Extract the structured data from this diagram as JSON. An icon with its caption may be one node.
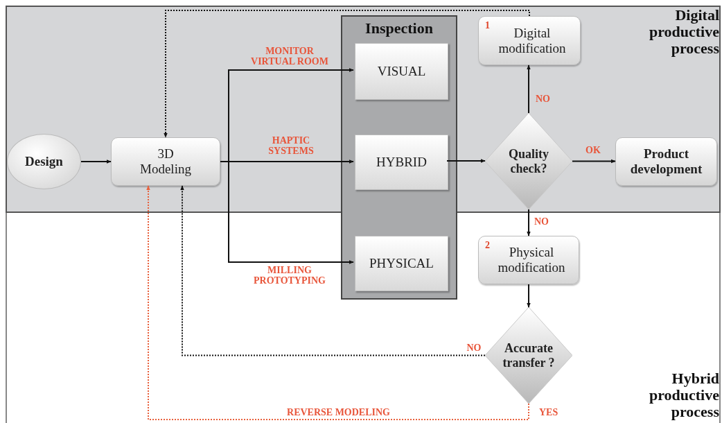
{
  "diagram": {
    "nodes": [
      {
        "text": [
          "Design"
        ]
      },
      {
        "text": [
          "3D Modeling"
        ]
      },
      {
        "text": [
          "Inspection"
        ]
      },
      {
        "text": [
          "VISUAL"
        ],
        "in": 2
      },
      {
        "text": [
          "HYBRID"
        ],
        "in": 2
      },
      {
        "text": [
          "PHYSICAL"
        ],
        "in": 2
      },
      {
        "text": [
          "1",
          "Digital modification"
        ]
      },
      {
        "text": [
          "Quality check?"
        ]
      },
      {
        "text": [
          "Product development"
        ]
      },
      {
        "text": [
          "2",
          "Physical modification"
        ]
      },
      {
        "text": [
          "Accurate transfer ?"
        ],
        "beside": [
          "YES"
        ]
      }
    ],
    "edges": [
      {
        "from": 0,
        "to": 1,
        "arrow": "to"
      },
      {
        "from": 1,
        "to": 3,
        "arrow": "to",
        "label": "MONITOR VIRTUAL ROOM"
      },
      {
        "from": 1,
        "to": 4,
        "arrow": "to",
        "label": "HAPTIC SYSTEMS"
      },
      {
        "from": 1,
        "to": 5,
        "arrow": "to",
        "label": "MILLING PROTOTYPING"
      },
      {
        "from": 4,
        "to": 7,
        "arrow": "to"
      },
      {
        "from": 7,
        "to": 6,
        "arrow": "to",
        "label": "NO"
      },
      {
        "from": 7,
        "to": 8,
        "arrow": "to",
        "label": "OK"
      },
      {
        "from": 7,
        "to": 9,
        "arrow": "to",
        "label": "NO"
      },
      {
        "from": 9,
        "to": 10,
        "arrow": "to"
      },
      {
        "from": 6,
        "to": 1,
        "arrow": "to",
        "style": "dashed"
      },
      {
        "from": 10,
        "to": 1,
        "arrow": "to",
        "style": "dashed",
        "label": "NO"
      },
      {
        "from": 10,
        "to": 1,
        "arrow": "to",
        "style": "dashed",
        "color": "#e8603c",
        "label": "REVERSE MODELING"
      }
    ],
    "labels": [
      "Digital productive process",
      "Hybrid productive process"
    ]
  }
}
